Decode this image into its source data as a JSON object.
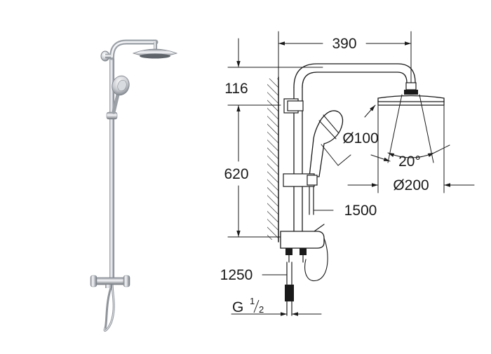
{
  "dimensions": {
    "width_390": "390",
    "height_116": "116",
    "height_620": "620",
    "diameter_hand": "Ø100",
    "angle": "20°",
    "diameter_head": "Ø200",
    "hose_1500": "1500",
    "height_1250": "1250",
    "thread_prefix": "G",
    "thread_num": "1",
    "thread_den": "2"
  },
  "colors": {
    "chrome_light": "#f4f5f7",
    "chrome_mid": "#c9ccd1",
    "chrome_dark": "#7d828a",
    "drawing": "#1a1a1a"
  }
}
